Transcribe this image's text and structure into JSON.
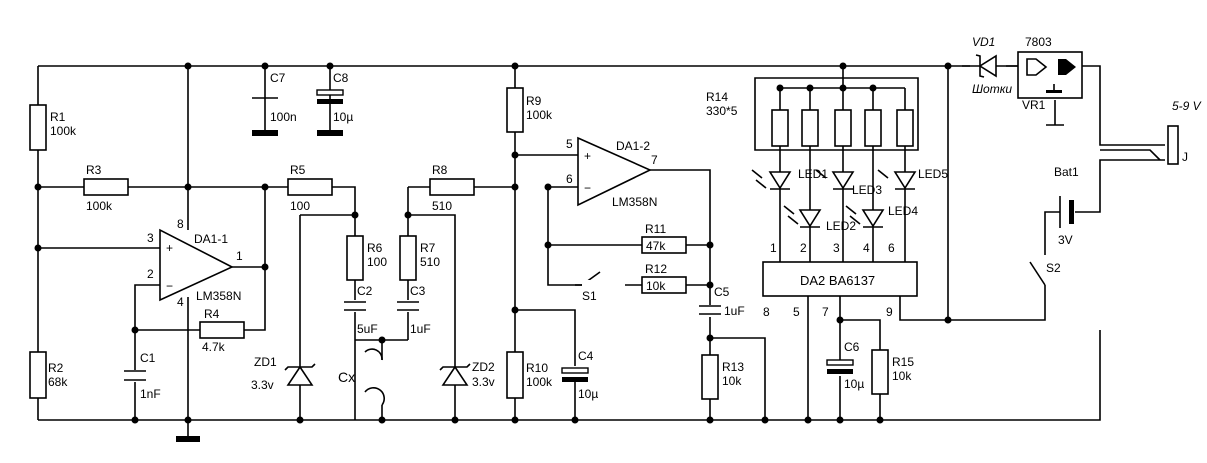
{
  "components": {
    "r1": {
      "ref": "R1",
      "value": "100k"
    },
    "r2": {
      "ref": "R2",
      "value": "68k"
    },
    "r3": {
      "ref": "R3",
      "value": "100k"
    },
    "r4": {
      "ref": "R4",
      "value": "4.7k"
    },
    "r5": {
      "ref": "R5",
      "value": "100"
    },
    "r6": {
      "ref": "R6",
      "value": "100"
    },
    "r7": {
      "ref": "R7",
      "value": "510"
    },
    "r8": {
      "ref": "R8",
      "value": "510"
    },
    "r9": {
      "ref": "R9",
      "value": "100k"
    },
    "r10": {
      "ref": "R10",
      "value": "100k"
    },
    "r11": {
      "ref": "R11",
      "value": "47k"
    },
    "r12": {
      "ref": "R12",
      "value": "10k"
    },
    "r13": {
      "ref": "R13",
      "value": "10k"
    },
    "r14": {
      "ref": "R14",
      "value": "330*5"
    },
    "r15": {
      "ref": "R15",
      "value": "10k"
    },
    "c1": {
      "ref": "C1",
      "value": "1nF"
    },
    "c2": {
      "ref": "C2",
      "value": "5uF"
    },
    "c3": {
      "ref": "C3",
      "value": "1uF"
    },
    "c4": {
      "ref": "C4",
      "value": "10µ"
    },
    "c5": {
      "ref": "C5",
      "value": "1uF"
    },
    "c6": {
      "ref": "C6",
      "value": "10µ"
    },
    "c7": {
      "ref": "C7",
      "value": "100n"
    },
    "c8": {
      "ref": "C8",
      "value": "10µ"
    },
    "zd1": {
      "ref": "ZD1",
      "value": "3.3v"
    },
    "zd2": {
      "ref": "ZD2",
      "value": "3.3v"
    },
    "da1_1": {
      "ref": "DA1-1",
      "part": "LM358N",
      "pin_plus": "3",
      "pin_minus": "2",
      "pin_out": "1",
      "pin_vcc": "8",
      "pin_gnd": "4"
    },
    "da1_2": {
      "ref": "DA1-2",
      "part": "LM358N",
      "pin_plus": "5",
      "pin_minus": "6",
      "pin_out": "7"
    },
    "da2": {
      "label": "DA2 BA6137",
      "pins": [
        "1",
        "2",
        "3",
        "4",
        "6",
        "8",
        "5",
        "7",
        "9"
      ]
    },
    "leds": [
      "LED1",
      "LED2",
      "LED3",
      "LED4",
      "LED5"
    ],
    "vd1": {
      "ref": "VD1",
      "note": "Шотки"
    },
    "vr1": {
      "ref": "VR1",
      "part": "7803"
    },
    "bat1": {
      "ref": "Bat1",
      "value": "3V"
    },
    "s1": {
      "ref": "S1"
    },
    "s2": {
      "ref": "S2"
    },
    "cx": {
      "ref": "Cx"
    },
    "jack": {
      "ref": "J",
      "voltage": "5-9 V"
    }
  }
}
